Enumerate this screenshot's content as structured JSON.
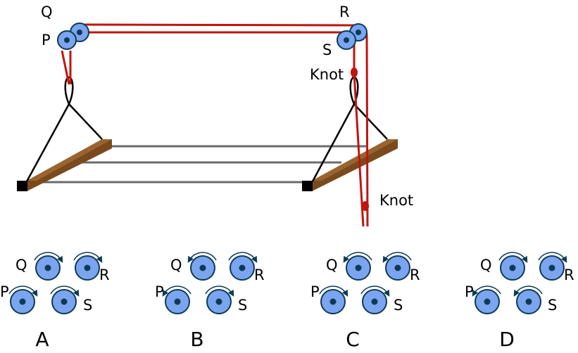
{
  "colors": {
    "rope": "#c0150e",
    "pulley": "#7ba5ef",
    "pulley_edge": "#0d3a55",
    "wood": "#7a4a1c",
    "rod": "#6b6b6b"
  },
  "apparatus": {
    "pulley_labels": {
      "P": "P",
      "Q": "Q",
      "R": "R",
      "S": "S"
    },
    "knot_upper": "Knot",
    "knot_lower": "Knot"
  },
  "options": [
    {
      "letter": "A",
      "rotations": {
        "Q": "clockwise",
        "R": "clockwise",
        "P": "clockwise",
        "S": "clockwise"
      }
    },
    {
      "letter": "B",
      "rotations": {
        "Q": "counterclockwise",
        "R": "clockwise",
        "P": "counterclockwise",
        "S": "clockwise"
      }
    },
    {
      "letter": "C",
      "rotations": {
        "Q": "counterclockwise",
        "R": "counterclockwise",
        "P": "clockwise",
        "S": "clockwise"
      }
    },
    {
      "letter": "D",
      "rotations": {
        "Q": "clockwise",
        "R": "clockwise",
        "P": "counterclockwise",
        "S": "counterclockwise"
      }
    }
  ]
}
